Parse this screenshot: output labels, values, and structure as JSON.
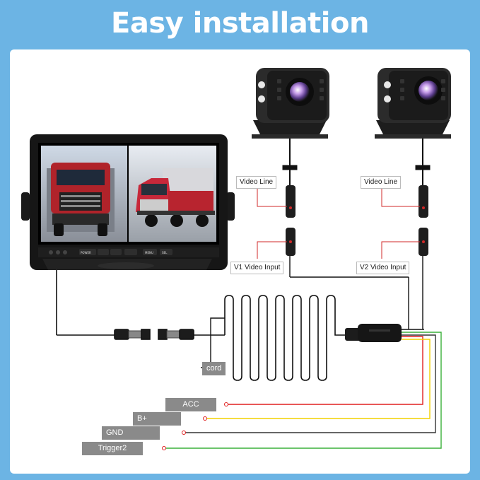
{
  "title": "Easy installation",
  "monitor": {
    "buttons": [
      "POWER",
      "MENU",
      "SEL"
    ]
  },
  "labels": {
    "video_line_1": "Video Line",
    "video_line_2": "Video Line",
    "v1_input": "V1 Video Input",
    "v2_input": "V2 Video Input",
    "cord": "cord",
    "acc": "ACC",
    "b_plus": "B+",
    "gnd": "GND",
    "trigger2": "Trigger2"
  },
  "colors": {
    "background": "#6cb4e4",
    "acc_wire": "#e02020",
    "bplus_wire": "#f2d000",
    "gnd_wire": "#333333",
    "trigger_wire": "#3ab03a",
    "callout": "#d02828"
  }
}
